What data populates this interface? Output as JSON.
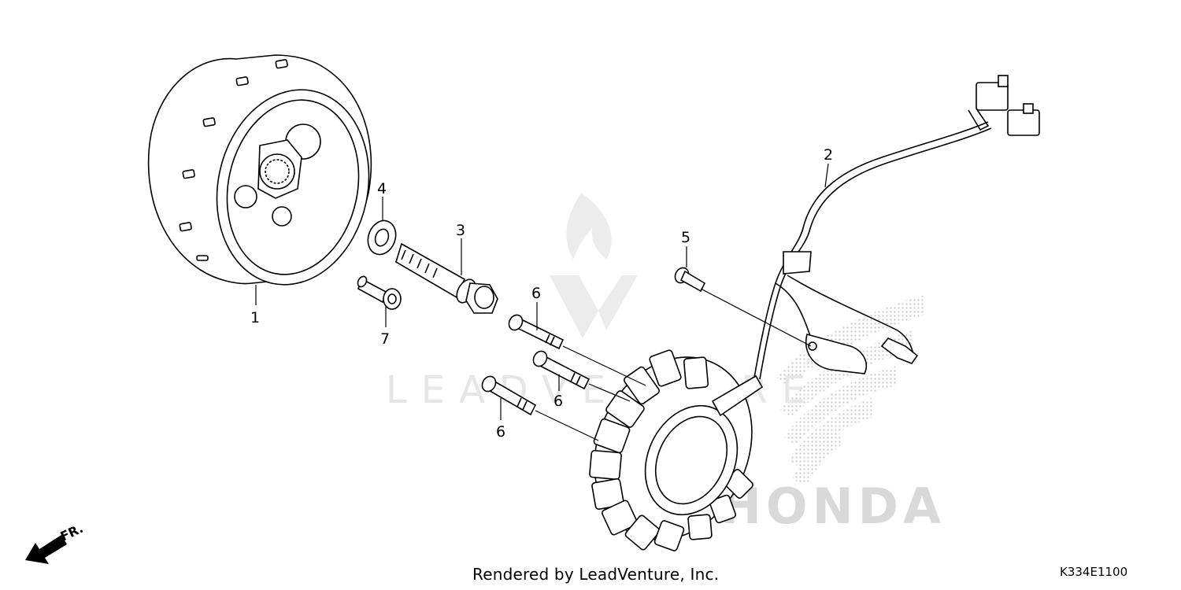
{
  "diagram": {
    "callouts": [
      {
        "id": "c1",
        "label": "1"
      },
      {
        "id": "c2",
        "label": "2"
      },
      {
        "id": "c3",
        "label": "3"
      },
      {
        "id": "c4",
        "label": "4"
      },
      {
        "id": "c5",
        "label": "5"
      },
      {
        "id": "c6a",
        "label": "6"
      },
      {
        "id": "c6b",
        "label": "6"
      },
      {
        "id": "c6c",
        "label": "6"
      },
      {
        "id": "c7",
        "label": "7"
      }
    ],
    "front_indicator": "FR.",
    "watermark": "LEADVENTURE",
    "brand": "HONDA"
  },
  "footer": {
    "credit": "Rendered by LeadVenture, Inc.",
    "diagram_code": "K334E1100"
  }
}
